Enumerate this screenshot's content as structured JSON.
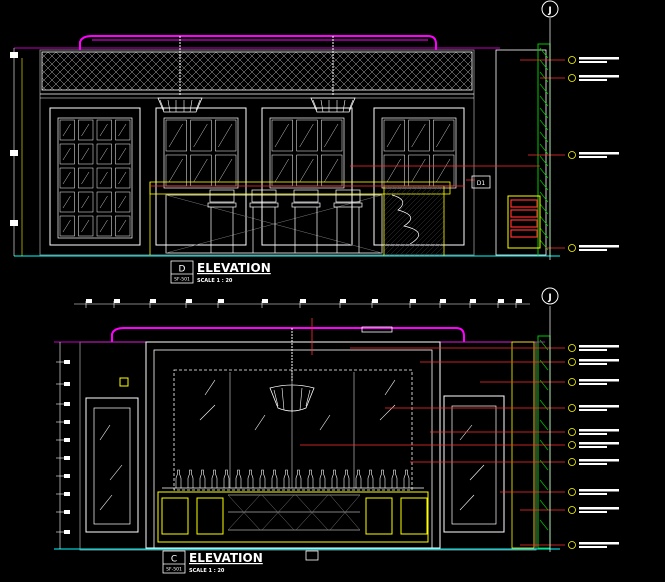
{
  "palette": {
    "background": "#000000",
    "outline": "#ffffff",
    "accent": "#ff00ff",
    "leader": "#ff3030",
    "material": "#ffff00",
    "floor": "#00ffff",
    "glazing": "#00c800",
    "structure": "#7a7a7a"
  },
  "grid_bubble_top": "J",
  "grid_bubble_bottom": "J",
  "elevation_d": {
    "tag": "D",
    "sheet": "SF-501",
    "title": "ELEVATION",
    "scale": "SCALE 1 : 20"
  },
  "elevation_c": {
    "tag": "C",
    "sheet": "SF-501",
    "title": "ELEVATION",
    "scale": "SCALE 1 : 20"
  },
  "section_marker": "D1"
}
